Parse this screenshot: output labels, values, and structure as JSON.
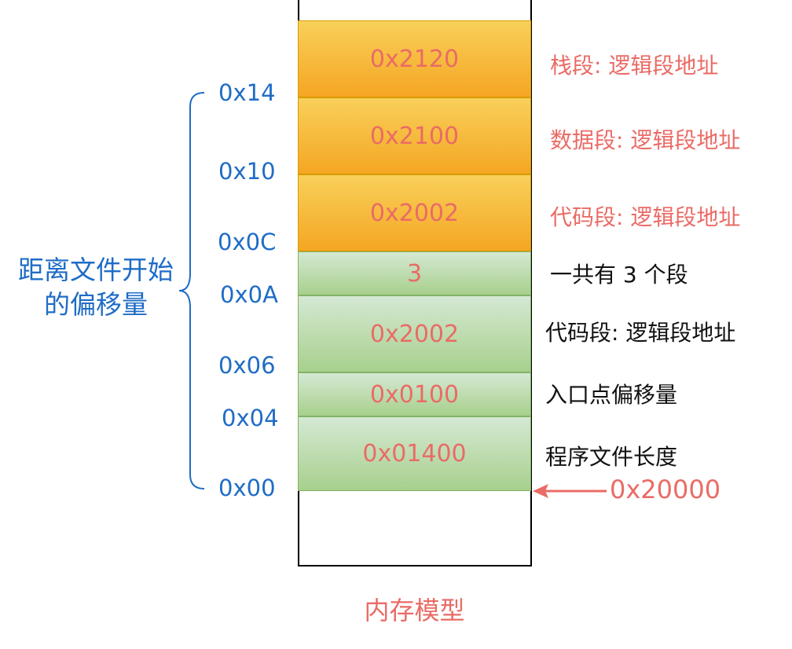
{
  "segments": [
    {
      "value": "0x2120",
      "desc": "栈段: 逻辑段地址",
      "style": "orange",
      "desc_color": "red"
    },
    {
      "value": "0x2100",
      "desc": "数据段: 逻辑段地址",
      "style": "orange",
      "desc_color": "red"
    },
    {
      "value": "0x2002",
      "desc": "代码段: 逻辑段地址",
      "style": "orange",
      "desc_color": "red"
    },
    {
      "value": "3",
      "desc": "一共有 3 个段",
      "style": "green",
      "desc_color": "black"
    },
    {
      "value": "0x2002",
      "desc": "代码段: 逻辑段地址",
      "style": "green",
      "desc_color": "black"
    },
    {
      "value": "0x0100",
      "desc": "入口点偏移量",
      "style": "green",
      "desc_color": "black"
    },
    {
      "value": "0x01400",
      "desc": "程序文件长度",
      "style": "green",
      "desc_color": "black"
    }
  ],
  "offsets": [
    "0x14",
    "0x10",
    "0x0C",
    "0x0A",
    "0x06",
    "0x04",
    "0x00"
  ],
  "brace_label_line1": "距离文件开始",
  "brace_label_line2": "的偏移量",
  "pointer_address": "0x20000",
  "title": "内存模型",
  "colors": {
    "offset_blue": "#1f6cc6",
    "value_red": "#ea6b66",
    "orange_top": "#f8d05a",
    "orange_bottom": "#f5a623",
    "green_top": "#d5e8d4",
    "green_bottom": "#a7d08c"
  }
}
